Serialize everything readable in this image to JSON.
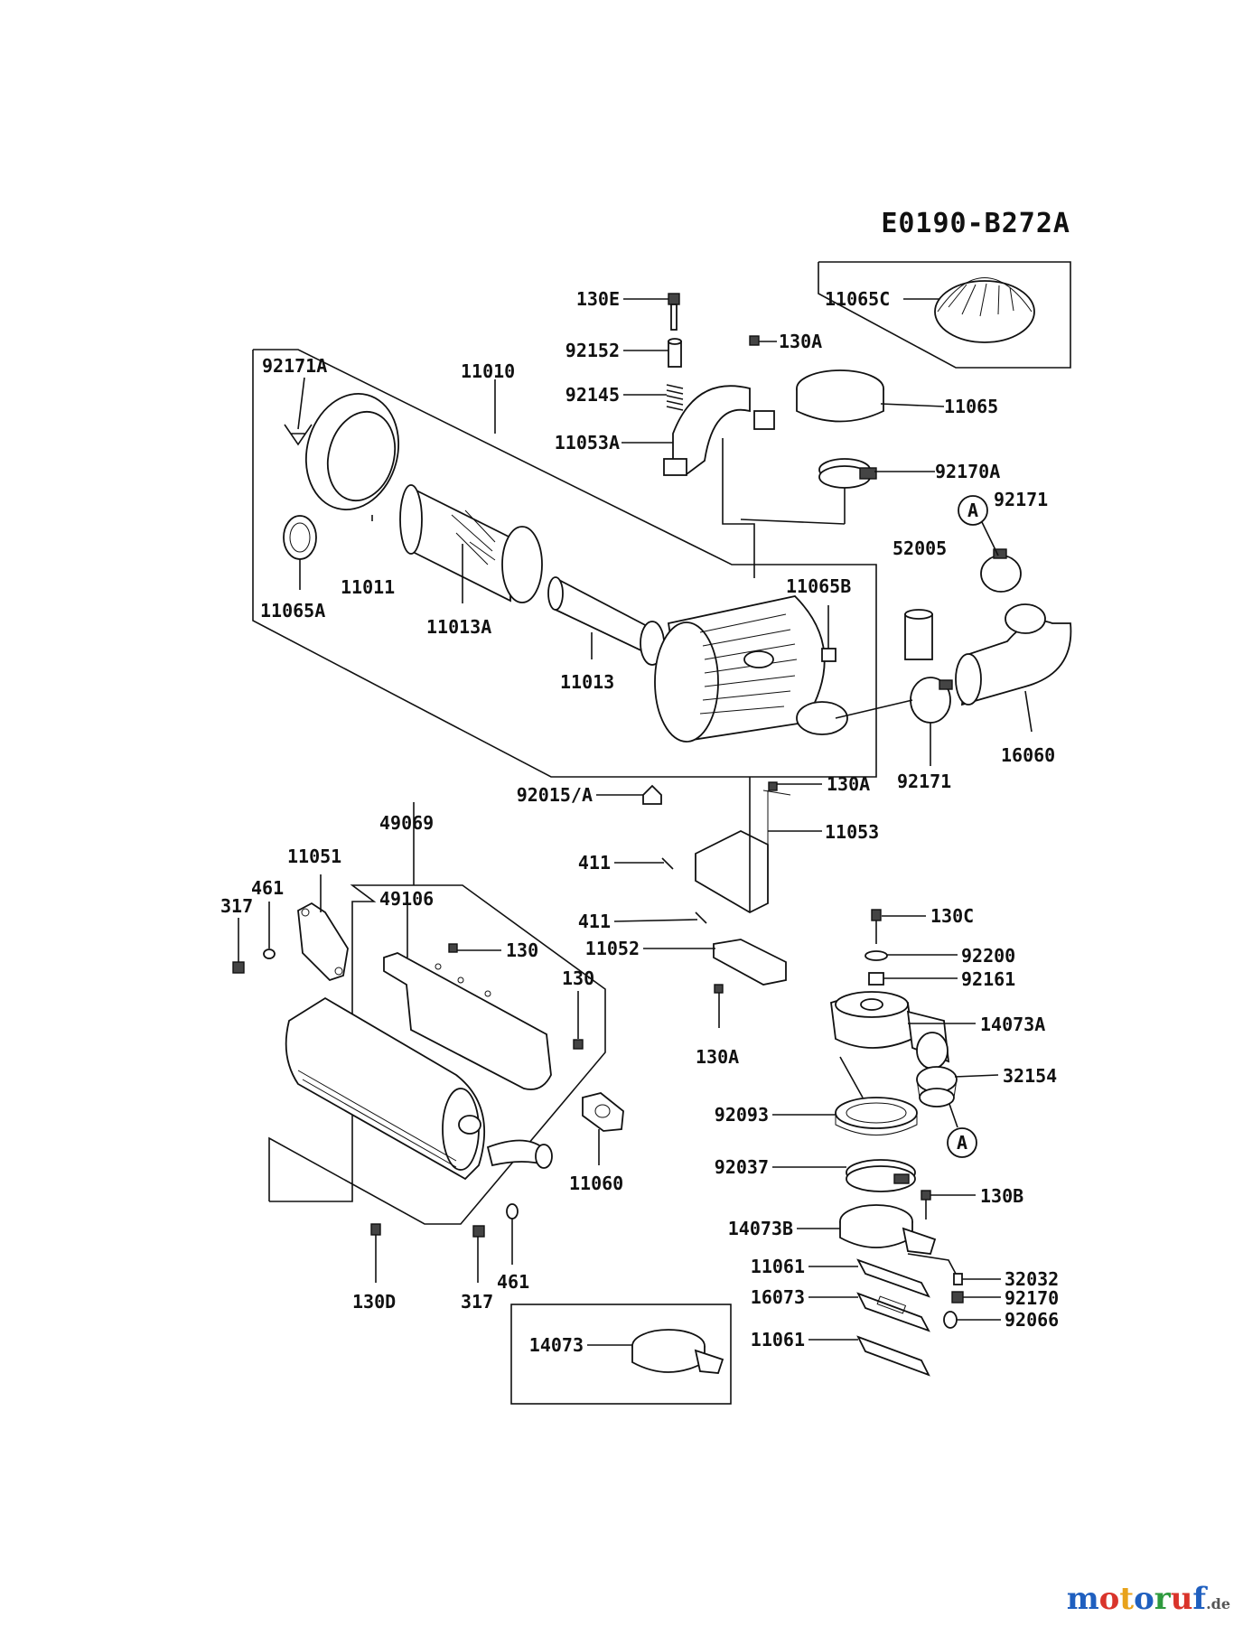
{
  "diagram": {
    "code": "E0190-B272A",
    "callout_letter": "A",
    "labels": {
      "p130E": "130E",
      "p92152": "92152",
      "p92145": "92145",
      "p130A_top": "130A",
      "p11065C": "11065C",
      "p11065": "11065",
      "p92171A": "92171A",
      "p11010": "11010",
      "p11053A": "11053A",
      "p92170A": "92170A",
      "p92171_top": "92171",
      "p52005": "52005",
      "p11011": "11011",
      "p11065A": "11065A",
      "p11013A": "11013A",
      "p11065B": "11065B",
      "p11013": "11013",
      "p92171_mid": "92171",
      "p16060": "16060",
      "p130A_mid": "130A",
      "p11053": "11053",
      "p49069": "49069",
      "p92015A": "92015/A",
      "p11051": "11051",
      "p411_a": "411",
      "p461_left": "461",
      "p49106": "49106",
      "p317_left": "317",
      "p411_b": "411",
      "p130C": "130C",
      "p11052": "11052",
      "p130_a": "130",
      "p92200": "92200",
      "p130_b": "130",
      "p92161": "92161",
      "p14073A": "14073A",
      "p130A_low": "130A",
      "p32154": "32154",
      "p92093": "92093",
      "p11060": "11060",
      "p92037": "92037",
      "p130B": "130B",
      "p14073B": "14073B",
      "p11061_a": "11061",
      "p32032": "32032",
      "p461_bottom": "461",
      "p16073": "16073",
      "p92170": "92170",
      "p130D": "130D",
      "p317_bottom": "317",
      "p92066": "92066",
      "p14073": "14073",
      "p11061_b": "11061"
    }
  },
  "watermark": {
    "brand": "motoruf",
    "tld": ".de",
    "colors": [
      "#1f5fbf",
      "#d9342b",
      "#e8a21a",
      "#1f5fbf",
      "#2e9a3e",
      "#d9342b",
      "#1f5fbf"
    ]
  }
}
